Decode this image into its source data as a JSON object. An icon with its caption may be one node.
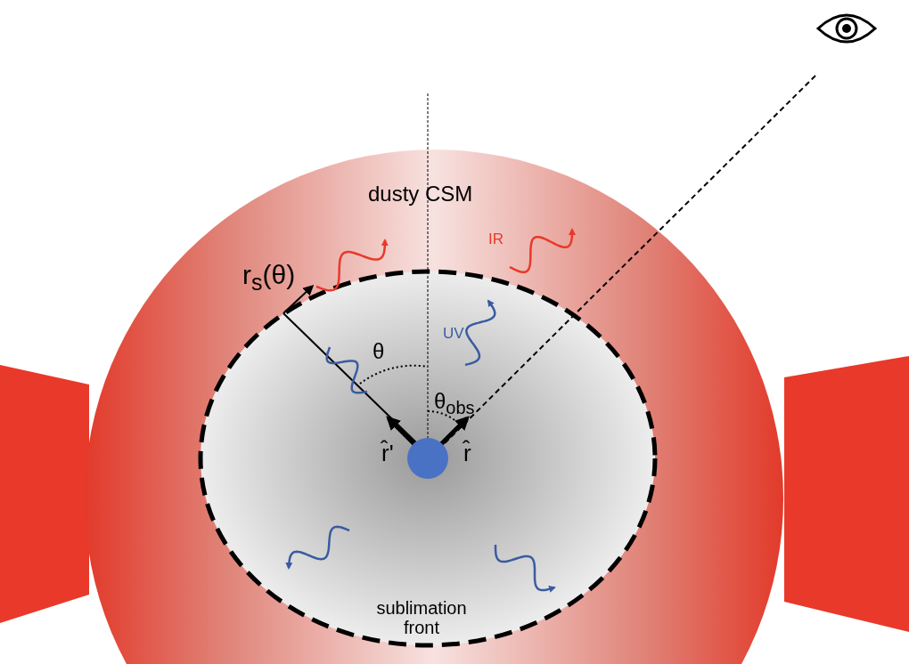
{
  "diagram": {
    "labels": [
      "dusty CSM",
      "IR",
      "r$_{s}$(θ)",
      "UV",
      "θ",
      "θ$_{obs}$",
      "r̂'",
      "r̂",
      "sublimation front"
    ]
  }
}
